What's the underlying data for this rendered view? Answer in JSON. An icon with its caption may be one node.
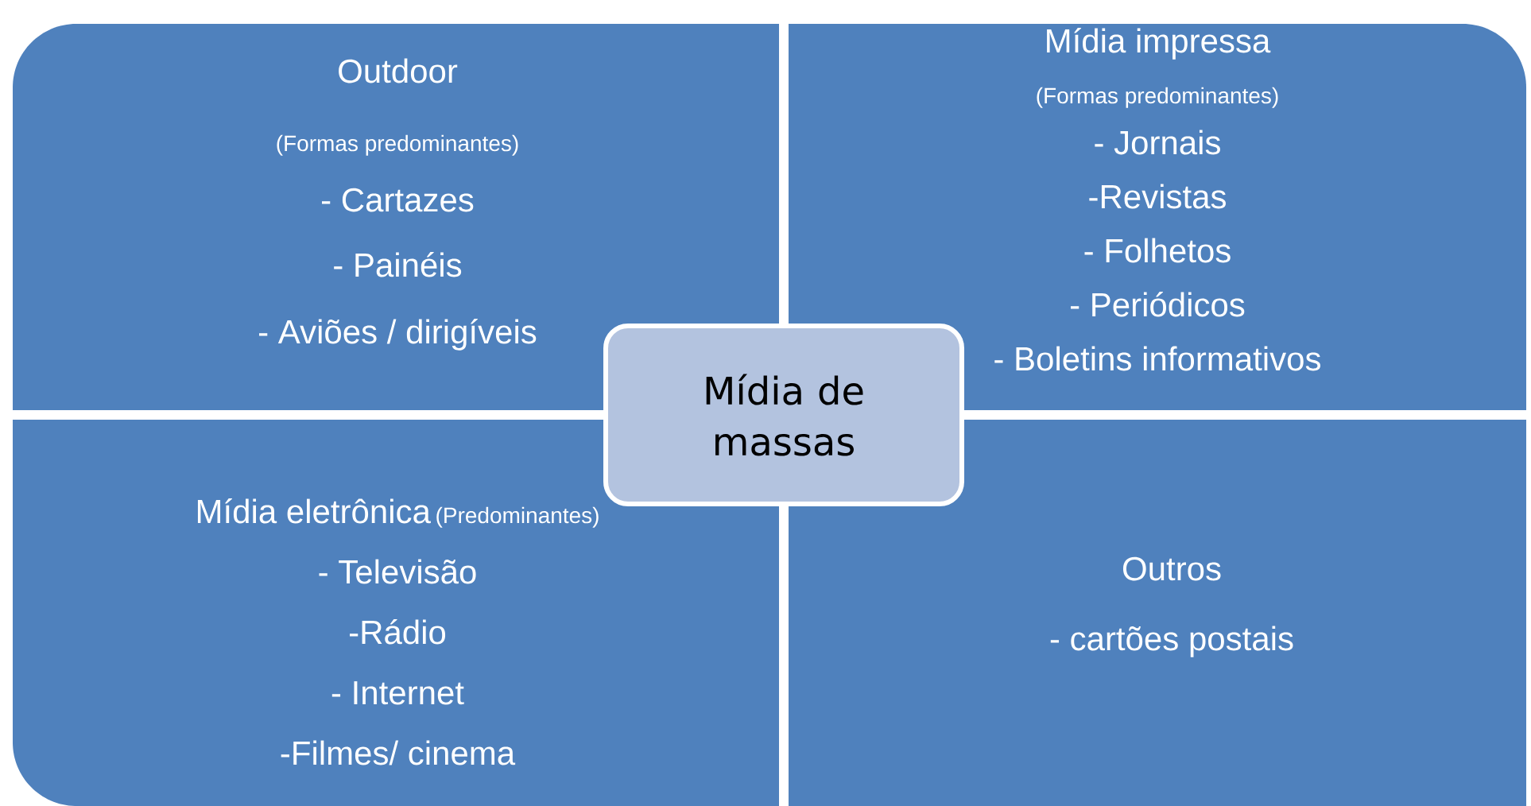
{
  "diagram": {
    "nodes": [
      {
        "text": [
          "Outdoor",
          "(Formas predominantes)",
          "- Cartazes",
          "- Painéis",
          "-  Aviões / dirigíveis"
        ]
      },
      {
        "text": [
          "Mídia impressa",
          "(Formas predominantes)",
          "-  Jornais",
          "-Revistas",
          "- Folhetos",
          "- Periódicos",
          "- Boletins informativos"
        ]
      },
      {
        "text": [
          "Mídia eletrônica",
          "(Predominantes)",
          "-  Televisão",
          "-Rádio",
          "- Internet",
          "-Filmes/ cinema"
        ]
      },
      {
        "text": [
          "Outros",
          "- cartões postais"
        ]
      },
      {
        "text": [
          "Mídia de massas"
        ]
      }
    ]
  }
}
